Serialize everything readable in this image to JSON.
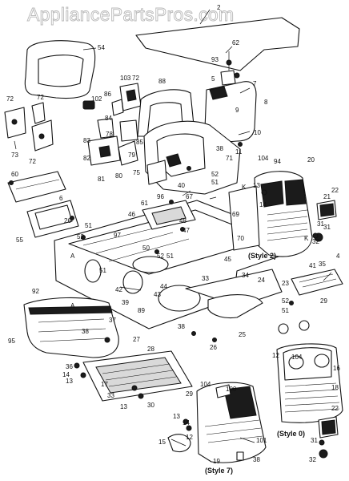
{
  "watermark": "AppliancePartsPros.com",
  "style_labels": {
    "style2": "(Style 2)",
    "style0": "(Style 0)",
    "style7": "(Style 7)"
  },
  "callouts": [
    "2",
    "54",
    "62",
    "93",
    "5",
    "7",
    "8",
    "9",
    "103",
    "72",
    "88",
    "86",
    "102",
    "84",
    "72",
    "72",
    "73",
    "72",
    "83",
    "82",
    "81",
    "80",
    "78",
    "79",
    "75",
    "85",
    "71",
    "38",
    "40",
    "52",
    "51",
    "104",
    "94",
    "20",
    "21",
    "22",
    "10",
    "11",
    "60",
    "6",
    "26",
    "61",
    "96",
    "67",
    "46",
    "48",
    "47",
    "55",
    "51",
    "52",
    "97",
    "50",
    "52",
    "51",
    "45",
    "70",
    "69",
    "14",
    "13",
    "K",
    "K",
    "A",
    "51",
    "44",
    "42",
    "43",
    "39",
    "89",
    "33",
    "34",
    "24",
    "23",
    "41",
    "35",
    "4",
    "52",
    "51",
    "29",
    "31",
    "92",
    "A",
    "95",
    "37",
    "38",
    "27",
    "36",
    "14",
    "13",
    "28",
    "17",
    "33",
    "13",
    "30",
    "29",
    "38",
    "26",
    "25",
    "12",
    "104",
    "18",
    "15",
    "104",
    "100",
    "13",
    "14",
    "12",
    "19",
    "38",
    "101",
    "22",
    "31",
    "32",
    "31",
    "32",
    "(Style 0)",
    "16"
  ]
}
